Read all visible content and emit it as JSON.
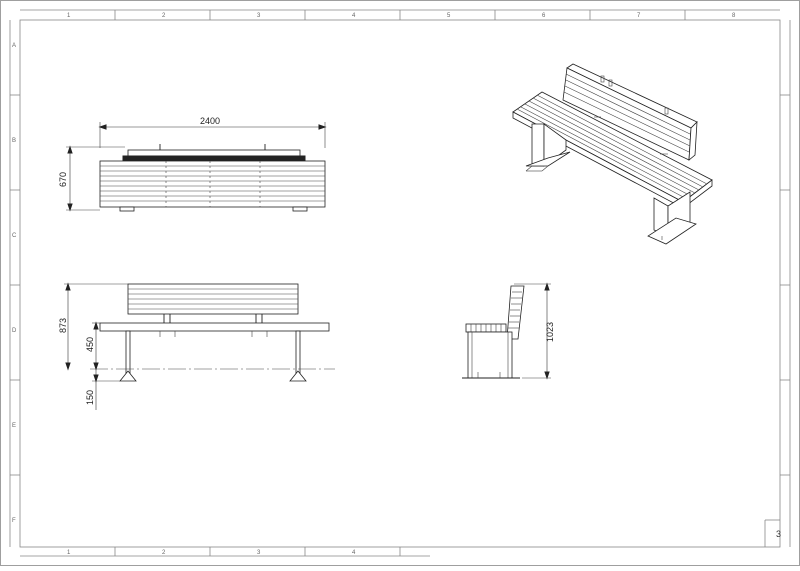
{
  "border": {
    "columns_top": [
      "1",
      "2",
      "3",
      "4",
      "5",
      "6",
      "7",
      "8"
    ],
    "columns_bottom": [
      "1",
      "2",
      "3",
      "4"
    ],
    "rows": [
      "A",
      "B",
      "C",
      "D",
      "E",
      "F"
    ],
    "sheet_number": "3"
  },
  "dimensions": {
    "top_width": "2400",
    "top_depth": "670",
    "front_total_height": "873",
    "front_seat_height": "450",
    "front_foot": "150",
    "side_total_height": "1023"
  }
}
